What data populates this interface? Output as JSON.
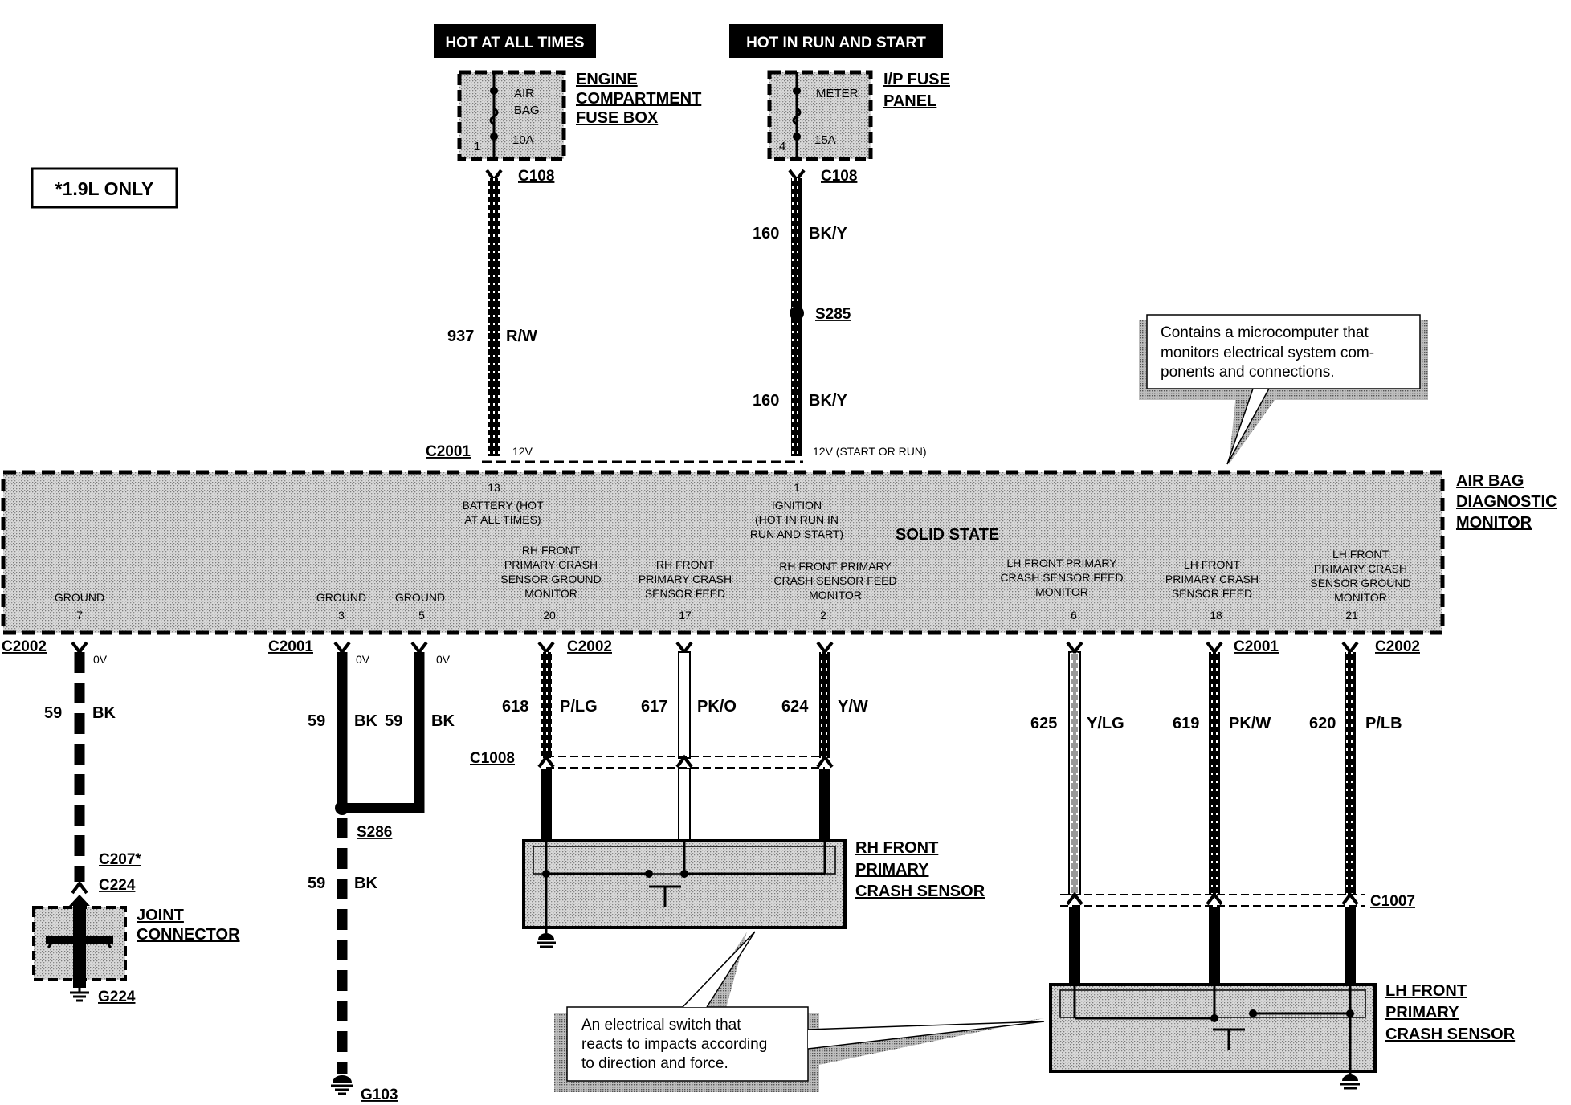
{
  "supply_labels": {
    "hot_at_all_times": "HOT AT ALL TIMES",
    "hot_in_run_and_start": "HOT IN RUN AND START"
  },
  "fuse_engine": {
    "name_l1": "AIR",
    "name_l2": "BAG",
    "rating": "10A",
    "pin": "1",
    "title_l1": "ENGINE",
    "title_l2": "COMPARTMENT",
    "title_l3": "FUSE BOX",
    "connector": "C108"
  },
  "fuse_ip": {
    "name": "METER",
    "rating": "15A",
    "pin": "4",
    "title_l1": "I/P FUSE",
    "title_l2": "PANEL",
    "connector": "C108"
  },
  "note_19l": "*1.9L ONLY",
  "wires_top": {
    "w937_num": "937",
    "w937_color": "R/W",
    "w160a_num": "160",
    "w160a_color": "BK/Y",
    "splice_s285": "S285",
    "w160b_num": "160",
    "w160b_color": "BK/Y"
  },
  "module": {
    "title_l1": "AIR BAG",
    "title_l2": "DIAGNOSTIC",
    "title_l3": "MONITOR",
    "solid_state": "SOLID STATE",
    "top_connector": "C2001",
    "v12": "12V",
    "v12_start_run": "12V (START OR RUN)",
    "battery_pin": "13",
    "battery_l1": "BATTERY (HOT",
    "battery_l2": "AT ALL TIMES)",
    "ignition_pin": "1",
    "ignition_l1": "IGNITION",
    "ignition_l2": "(HOT IN RUN IN",
    "ignition_l3": "RUN AND START)",
    "pins": [
      {
        "l1": "GROUND",
        "num": "7"
      },
      {
        "l1": "GROUND",
        "num": "3"
      },
      {
        "l1": "GROUND",
        "num": "5"
      },
      {
        "l1": "RH FRONT",
        "l2": "PRIMARY CRASH",
        "l3": "SENSOR GROUND",
        "l4": "MONITOR",
        "num": "20"
      },
      {
        "l1": "RH FRONT",
        "l2": "PRIMARY CRASH",
        "l3": "SENSOR FEED",
        "num": "17"
      },
      {
        "l1": "RH FRONT PRIMARY",
        "l2": "CRASH SENSOR FEED",
        "l3": "MONITOR",
        "num": "2"
      },
      {
        "l1": "LH FRONT PRIMARY",
        "l2": "CRASH SENSOR FEED",
        "l3": "MONITOR",
        "num": "6"
      },
      {
        "l1": "LH FRONT",
        "l2": "PRIMARY CRASH",
        "l3": "SENSOR FEED",
        "num": "18"
      },
      {
        "l1": "LH FRONT",
        "l2": "PRIMARY CRASH",
        "l3": "SENSOR GROUND",
        "l4": "MONITOR",
        "num": "21"
      }
    ]
  },
  "callout_top": {
    "l1": "Contains a microcomputer that",
    "l2": "monitors electrical system com-",
    "l3": "ponents and connections."
  },
  "callout_bottom": {
    "l1": "An electrical switch that",
    "l2": "reacts to impacts according",
    "l3": "to direction and force."
  },
  "bottom_connectors": {
    "c2002_left": "C2002",
    "c2001_mid": "C2001",
    "c2002_rh": "C2002",
    "c2001_rh": "C2001",
    "c2002_far": "C2002",
    "c1008": "C1008",
    "c1007": "C1007",
    "zero_v": "0V"
  },
  "wires_bottom": {
    "w59a_num": "59",
    "w59a_color": "BK",
    "w59b_num": "59",
    "w59b_color": "BK",
    "w59c_num": "59",
    "w59c_color": "BK",
    "w59d_num": "59",
    "w59d_color": "BK",
    "splice_s286": "S286",
    "w618_num": "618",
    "w618_color": "P/LG",
    "w617_num": "617",
    "w617_color": "PK/O",
    "w624_num": "624",
    "w624_color": "Y/W",
    "w625_num": "625",
    "w625_color": "Y/LG",
    "w619_num": "619",
    "w619_color": "PK/W",
    "w620_num": "620",
    "w620_color": "P/LB"
  },
  "left_ground": {
    "c207": "C207*",
    "c224": "C224",
    "joint_l1": "JOINT",
    "joint_l2": "CONNECTOR",
    "ground": "G224"
  },
  "g103": "G103",
  "rh_sensor": {
    "l1": "RH FRONT",
    "l2": "PRIMARY",
    "l3": "CRASH SENSOR"
  },
  "lh_sensor": {
    "l1": "LH FRONT",
    "l2": "PRIMARY",
    "l3": "CRASH SENSOR"
  }
}
